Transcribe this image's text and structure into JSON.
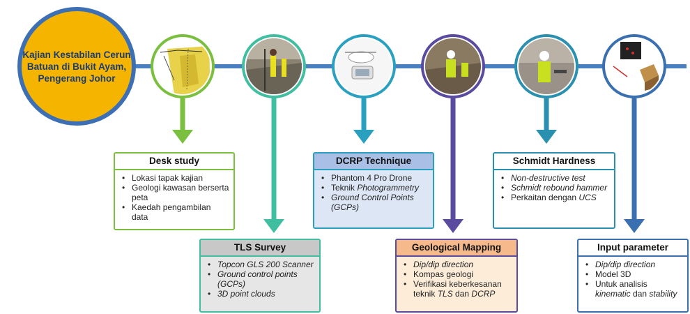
{
  "title": "Kajian Kestabilan Cerun Batuan di Bukit Ayam, Pengerang Johor",
  "colors": {
    "hub_fill": "#f5b400",
    "hub_ring": "#3d6fb5",
    "connector": "#4a7fc0",
    "green": "#7bbf3f",
    "teal": "#3fbfa0",
    "cyan": "#2aa0c0",
    "purple": "#5a4aa0",
    "blue": "#3a6fb0"
  },
  "steps": [
    {
      "title": "Desk study",
      "items": [
        {
          "segs": [
            {
              "t": "Lokasi tapak kajian"
            }
          ]
        },
        {
          "segs": [
            {
              "t": "Geologi kawasan berserta peta"
            }
          ]
        },
        {
          "segs": [
            {
              "t": "Kaedah pengambilan data"
            }
          ]
        }
      ]
    },
    {
      "title": "TLS Survey",
      "items": [
        {
          "segs": [
            {
              "t": "Topcon GLS 200 Scanner",
              "i": true
            }
          ]
        },
        {
          "segs": [
            {
              "t": "Ground control points (GCPs)",
              "i": true
            }
          ]
        },
        {
          "segs": [
            {
              "t": "3D point clouds",
              "i": true
            }
          ]
        }
      ]
    },
    {
      "title": "DCRP Technique",
      "items": [
        {
          "segs": [
            {
              "t": "Phantom 4 Pro Drone"
            }
          ]
        },
        {
          "segs": [
            {
              "t": "Teknik "
            },
            {
              "t": "Photogrammetry",
              "i": true
            }
          ]
        },
        {
          "segs": [
            {
              "t": "Ground Control Points (GCPs)",
              "i": true
            }
          ]
        }
      ]
    },
    {
      "title": "Geological Mapping",
      "items": [
        {
          "segs": [
            {
              "t": "Dip/dip direction",
              "i": true
            }
          ]
        },
        {
          "segs": [
            {
              "t": "Kompas geologi"
            }
          ]
        },
        {
          "segs": [
            {
              "t": "Verifikasi keberkesanan teknik "
            },
            {
              "t": "TLS",
              "i": true
            },
            {
              "t": " dan "
            },
            {
              "t": "DCRP",
              "i": true
            }
          ]
        }
      ]
    },
    {
      "title": "Schmidt Hardness",
      "items": [
        {
          "segs": [
            {
              "t": "Non-destructive test",
              "i": true
            }
          ]
        },
        {
          "segs": [
            {
              "t": "Schmidt rebound hammer",
              "i": true
            }
          ]
        },
        {
          "segs": [
            {
              "t": "Perkaitan dengan "
            },
            {
              "t": "UCS",
              "i": true
            }
          ]
        }
      ]
    },
    {
      "title": "Input parameter",
      "items": [
        {
          "segs": [
            {
              "t": "Dip/dip direction",
              "i": true
            }
          ]
        },
        {
          "segs": [
            {
              "t": "Model 3D"
            }
          ]
        },
        {
          "segs": [
            {
              "t": "Untuk analisis "
            },
            {
              "t": "kinematic",
              "i": true
            },
            {
              "t": " dan "
            },
            {
              "t": "stability",
              "i": true
            }
          ]
        }
      ]
    }
  ]
}
